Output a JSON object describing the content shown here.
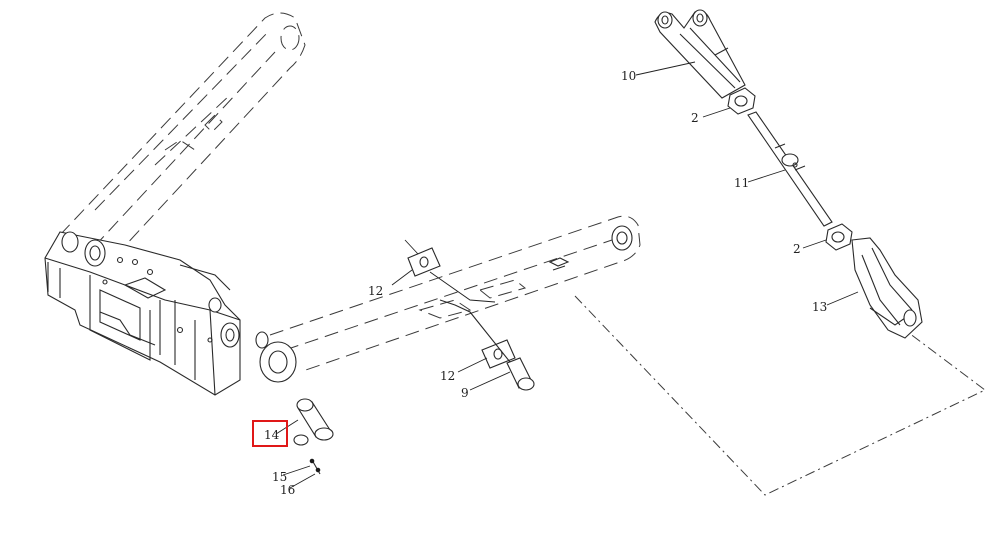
{
  "diagram": {
    "callouts": {
      "c10": "10",
      "c2_top": "2",
      "c11": "11",
      "c2_bottom": "2",
      "c13": "13",
      "c12_top": "12",
      "c12_bottom": "12",
      "c9": "9",
      "c14": "14",
      "c15": "15",
      "c16": "16"
    },
    "highlighted_callout": "14",
    "colors": {
      "highlight": "#e01818",
      "line": "#2a2a2a",
      "background": "#ffffff"
    }
  }
}
